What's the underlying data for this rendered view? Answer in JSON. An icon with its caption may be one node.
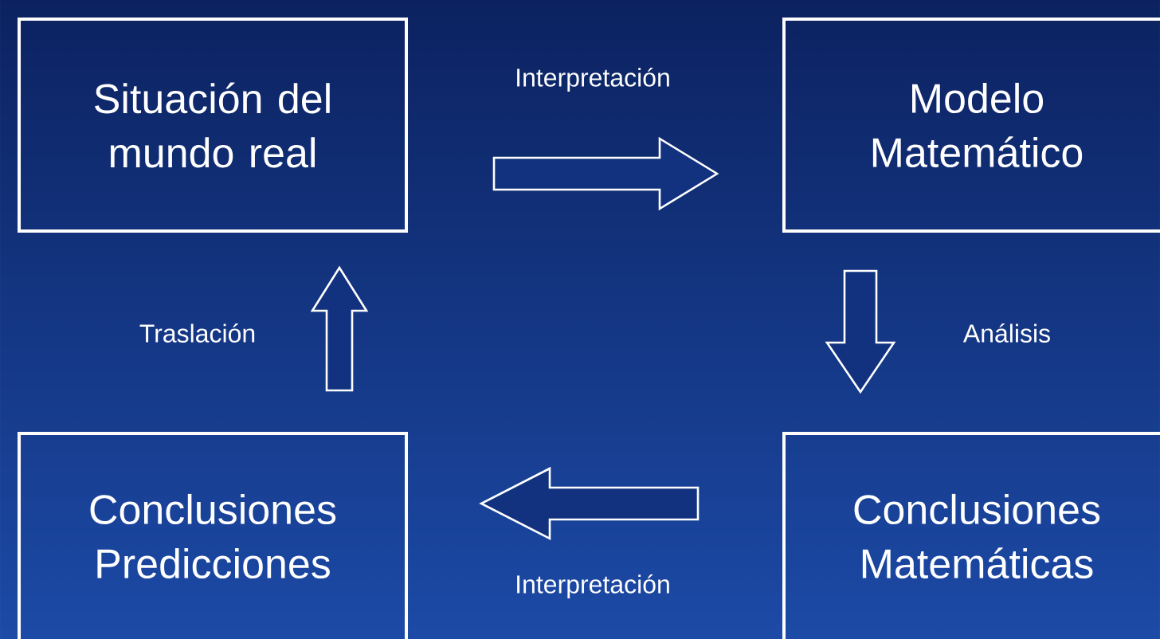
{
  "diagram": {
    "nodes": [
      {
        "text": [
          "Situación del mundo real"
        ]
      },
      {
        "text": [
          "Modelo Matemático"
        ]
      },
      {
        "text": [
          "Conclusiones Predicciones"
        ]
      },
      {
        "text": [
          "Conclusiones Matemáticas"
        ]
      }
    ],
    "edges": [
      {
        "from": 0,
        "to": 1,
        "arrow": "to",
        "label": "Interpretación"
      },
      {
        "from": 1,
        "to": 3,
        "arrow": "to",
        "label": "Análisis"
      },
      {
        "from": 3,
        "to": 2,
        "arrow": "to",
        "label": "Interpretación"
      },
      {
        "from": 2,
        "to": 0,
        "arrow": "to",
        "label": "Traslación"
      }
    ]
  }
}
